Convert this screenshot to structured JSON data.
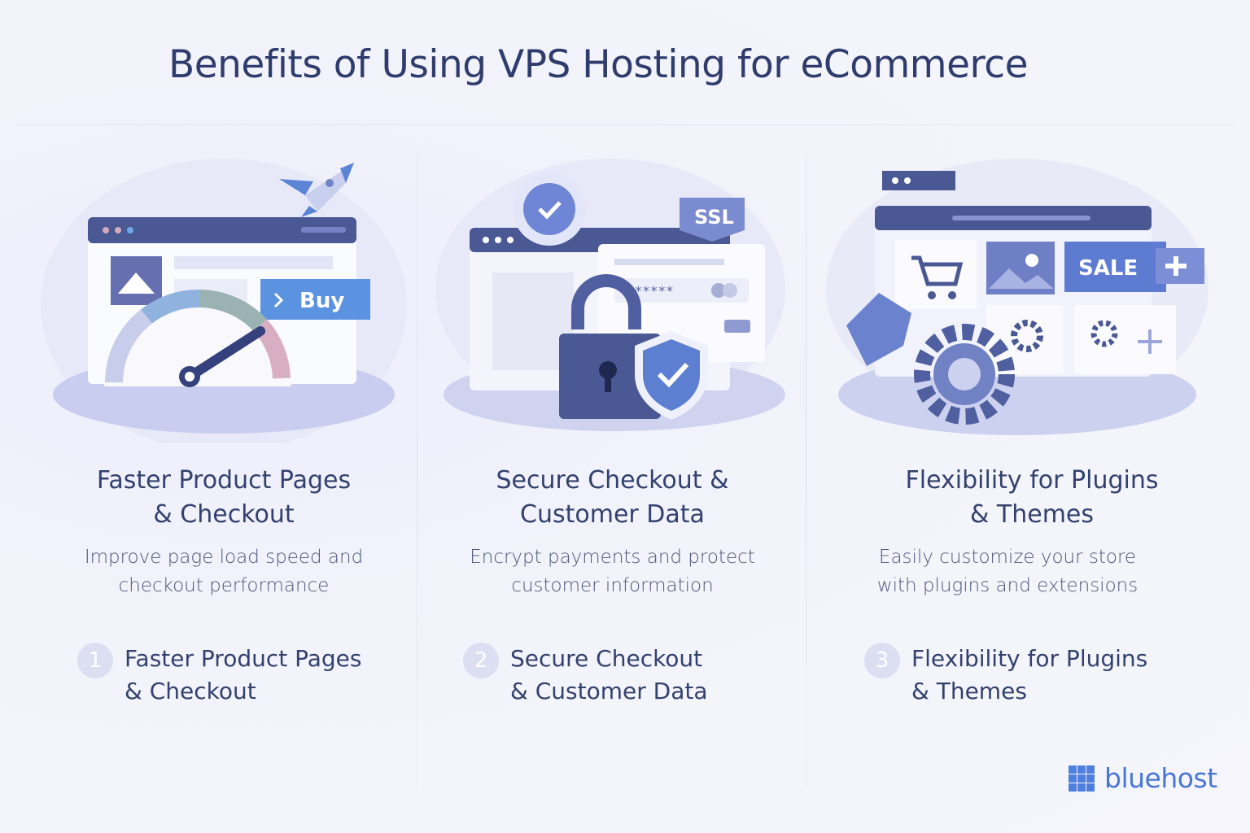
{
  "title": "Benefits of Using VPS Hosting for eCommerce",
  "columns": [
    {
      "heading_l1": "Faster Product Pages",
      "heading_l2": "& Checkout",
      "desc_l1": "Improve page load speed and",
      "desc_l2": "checkout performance",
      "num": "1",
      "step_l1": "Faster Product Pages",
      "step_l2": "& Checkout",
      "illus_label": "Buy"
    },
    {
      "heading_l1": "Secure Checkout &",
      "heading_l2": "Customer Data",
      "desc_l1": "Encrypt payments and protect",
      "desc_l2": "customer information",
      "num": "2",
      "step_l1": "Secure Checkout",
      "step_l2": "& Customer Data",
      "illus_label": "SSL",
      "password": "******"
    },
    {
      "heading_l1": "Flexibility for Plugins",
      "heading_l2": "& Themes",
      "desc_l1": "Easily customize your store",
      "desc_l2": "with plugins and extensions",
      "num": "3",
      "step_l1": "Flexibility for Plugins",
      "step_l2": "& Themes",
      "illus_label": "SALE"
    }
  ],
  "brand": "bluehost",
  "colors": {
    "navy": "#2f3d6e",
    "accent": "#4f7fdc",
    "bar": "#4a5894"
  }
}
